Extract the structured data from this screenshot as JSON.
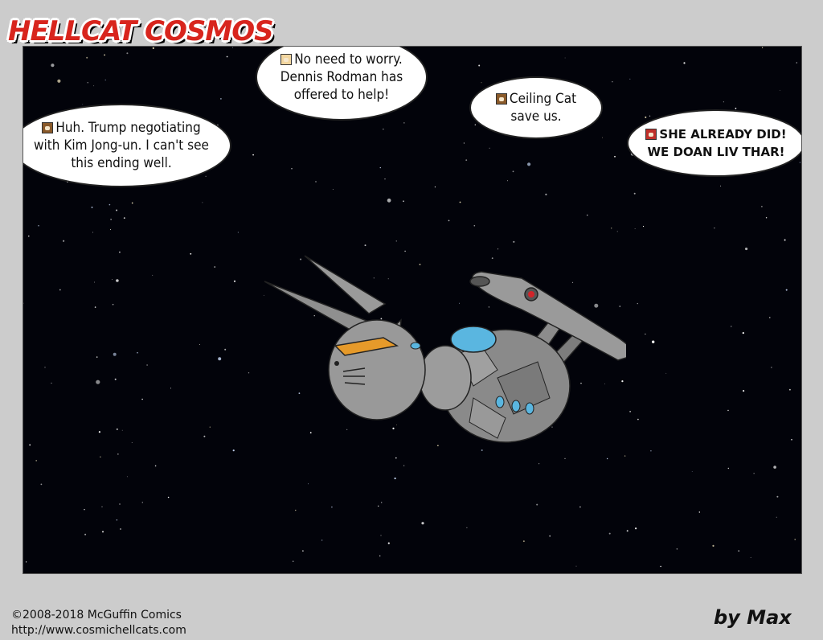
{
  "comic": {
    "title": "HELLCAT COSMOS",
    "title_color": "#d8251d",
    "background_color": "#cccccc",
    "panel_color": "#02030a"
  },
  "bubbles": [
    {
      "speaker_icon": "brown-cat-face-icon",
      "text": "Huh. Trump negotiating with Kim Jong-un. I can't see this ending well."
    },
    {
      "speaker_icon": "cream-cat-face-icon",
      "text": "No need to worry. Dennis Rodman has offered to help!"
    },
    {
      "speaker_icon": "brown-cat-face-icon",
      "text": "Ceiling Cat save us."
    },
    {
      "speaker_icon": "red-cat-face-icon",
      "text": "SHE ALREADY DID! WE DOAN LIV THAR!"
    }
  ],
  "footer": {
    "copyright": "©2008-2018 McGuffin Comics",
    "url": "http://www.cosmichellcats.com",
    "byline": "by Max"
  }
}
